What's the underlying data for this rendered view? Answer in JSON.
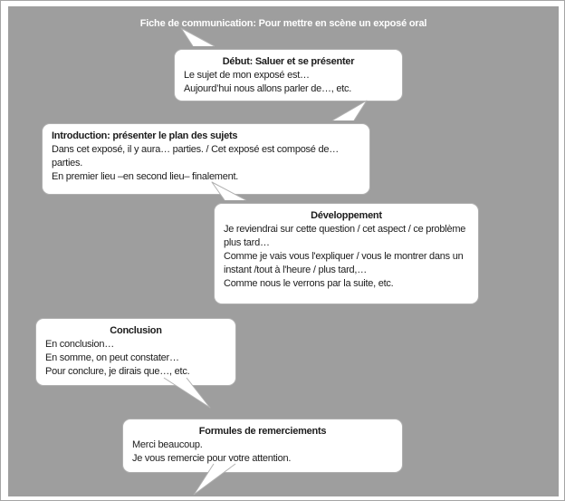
{
  "page": {
    "title": "Fiche de communication: Pour mettre en scène un exposé oral"
  },
  "colors": {
    "panel_background": "#9e9e9e",
    "bubble_background": "#ffffff",
    "bubble_border": "#b0b0b0",
    "title_text": "#ffffff",
    "body_text": "#1c1c1c"
  },
  "bubbles": [
    {
      "id": "debut",
      "heading": "Début: Saluer et se présenter",
      "lines": [
        "Le sujet de mon exposé est…",
        "Aujourd’hui nous allons parler de…, etc."
      ]
    },
    {
      "id": "introduction",
      "heading": "Introduction: présenter le plan des sujets",
      "lines": [
        "Dans cet exposé, il y aura… parties. / Cet exposé est composé de… parties.",
        "En premier lieu –en second lieu– finalement."
      ]
    },
    {
      "id": "developpement",
      "heading": "Développement",
      "lines": [
        "Je reviendrai sur cette question / cet aspect / ce problème plus tard…",
        "Comme je vais vous l'expliquer / vous le montrer dans un instant /tout à l'heure / plus tard,…",
        "Comme nous le verrons par la suite, etc."
      ]
    },
    {
      "id": "conclusion",
      "heading": "Conclusion",
      "lines": [
        "En conclusion…",
        "En somme, on peut constater…",
        "Pour conclure, je dirais que…, etc."
      ]
    },
    {
      "id": "remerciements",
      "heading": "Formules de remerciements",
      "lines": [
        "Merci beaucoup.",
        "Je vous remercie pour votre attention."
      ]
    }
  ]
}
